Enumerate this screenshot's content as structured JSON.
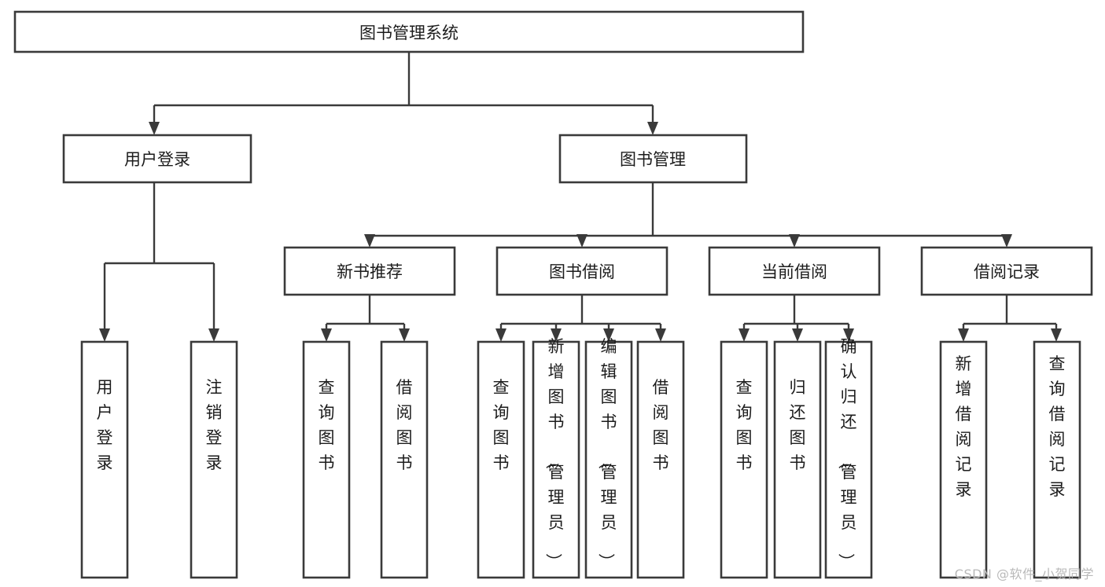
{
  "diagram": {
    "type": "tree",
    "title": "图书管理系统",
    "orientation": "top-down",
    "colors": {
      "box_stroke": "#3a3a3a",
      "box_fill": "#ffffff",
      "connector": "#3a3a3a",
      "text": "#1c1c1c",
      "background": "#ffffff",
      "watermark": "#b9b9b9"
    },
    "levels": {
      "root": "图书管理系统",
      "level2": [
        "用户登录",
        "图书管理"
      ],
      "level3": [
        "新书推荐",
        "图书借阅",
        "当前借阅",
        "借阅记录"
      ]
    },
    "nodes": {
      "root": {
        "label": "图书管理系统"
      },
      "user_login": {
        "label": "用户登录"
      },
      "book_manage": {
        "label": "图书管理"
      },
      "new_book_rec": {
        "label": "新书推荐"
      },
      "book_borrow": {
        "label": "图书借阅"
      },
      "current_borrow": {
        "label": "当前借阅"
      },
      "borrow_record": {
        "label": "借阅记录"
      },
      "leaf_1": {
        "label": "用户登录"
      },
      "leaf_2": {
        "label": "注销登录"
      },
      "leaf_3": {
        "label": "查询图书"
      },
      "leaf_4": {
        "label": "借阅图书"
      },
      "leaf_5": {
        "label": "查询图书"
      },
      "leaf_6": {
        "label": "新增图书（管理员）"
      },
      "leaf_7": {
        "label": "编辑图书（管理员）"
      },
      "leaf_8": {
        "label": "借阅图书"
      },
      "leaf_9": {
        "label": "查询图书"
      },
      "leaf_10": {
        "label": "归还图书"
      },
      "leaf_11": {
        "label": "确认归还（管理员）"
      },
      "leaf_12": {
        "label": "新增借阅记录"
      },
      "leaf_13": {
        "label": "查询借阅记录"
      }
    },
    "edges": [
      {
        "from": "root",
        "to": "user_login"
      },
      {
        "from": "root",
        "to": "book_manage"
      },
      {
        "from": "user_login",
        "to": "leaf_1"
      },
      {
        "from": "user_login",
        "to": "leaf_2"
      },
      {
        "from": "book_manage",
        "to": "new_book_rec"
      },
      {
        "from": "book_manage",
        "to": "book_borrow"
      },
      {
        "from": "book_manage",
        "to": "current_borrow"
      },
      {
        "from": "book_manage",
        "to": "borrow_record"
      },
      {
        "from": "new_book_rec",
        "to": "leaf_3"
      },
      {
        "from": "new_book_rec",
        "to": "leaf_4"
      },
      {
        "from": "book_borrow",
        "to": "leaf_5"
      },
      {
        "from": "book_borrow",
        "to": "leaf_6"
      },
      {
        "from": "book_borrow",
        "to": "leaf_7"
      },
      {
        "from": "book_borrow",
        "to": "leaf_8"
      },
      {
        "from": "current_borrow",
        "to": "leaf_9"
      },
      {
        "from": "current_borrow",
        "to": "leaf_10"
      },
      {
        "from": "current_borrow",
        "to": "leaf_11"
      },
      {
        "from": "borrow_record",
        "to": "leaf_12"
      },
      {
        "from": "borrow_record",
        "to": "leaf_13"
      }
    ]
  },
  "watermark": {
    "text": "CSDN @软件_小贺同学"
  }
}
